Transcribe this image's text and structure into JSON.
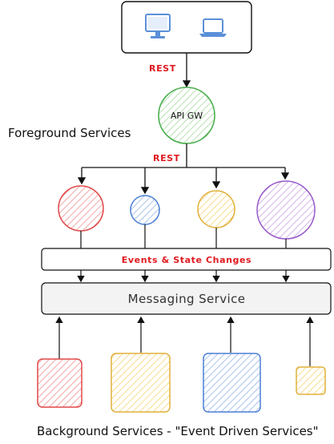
{
  "diagram": {
    "clients_icons": [
      "desktop-monitor-icon",
      "laptop-icon"
    ],
    "arrow_top_label": "REST",
    "api_gateway_label": "API GW",
    "foreground_label": "Foreground Services",
    "arrow_fanout_label": "REST",
    "events_label": "Events & State Changes",
    "messaging_label": "Messaging Service",
    "background_label": "Background Services - \"Event Driven Services\"",
    "colors": {
      "red": "#e04848",
      "blue": "#4a7fd4",
      "yellow": "#e0b03a",
      "purple": "#9a5ac8",
      "green": "#4caf50",
      "label_red": "#e0191f"
    }
  }
}
